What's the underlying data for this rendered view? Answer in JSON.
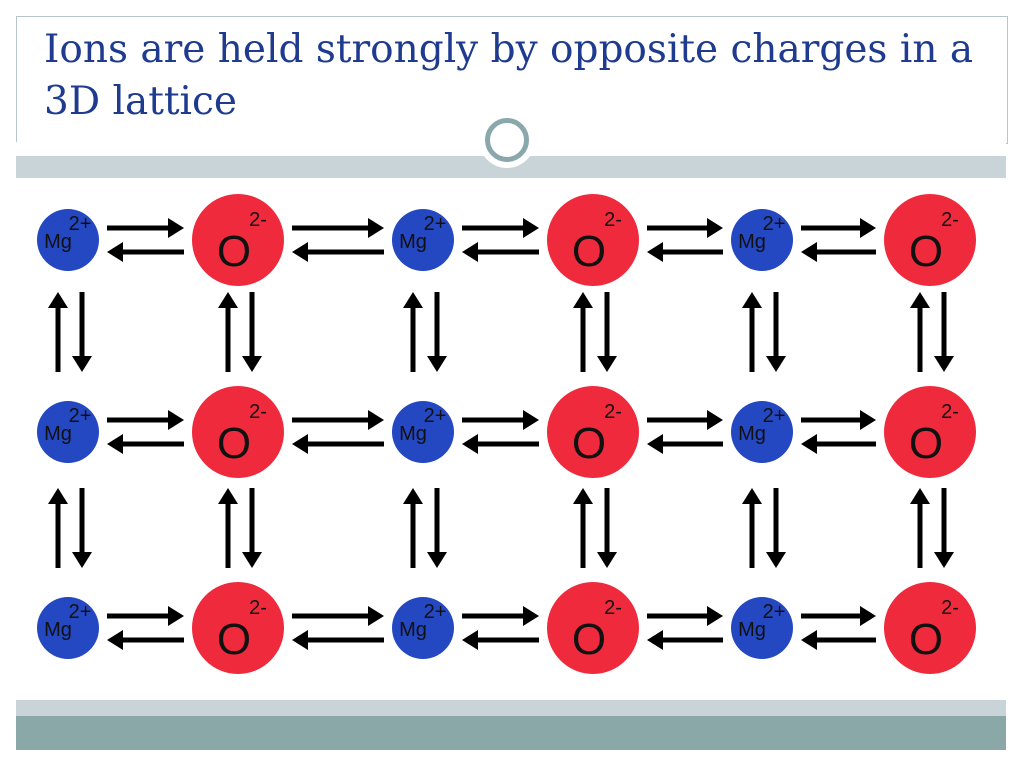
{
  "slide": {
    "title": "Ions are held strongly by opposite charges in a 3D lattice"
  },
  "lattice": {
    "rows": 3,
    "pattern": [
      "Mg",
      "O",
      "Mg",
      "O",
      "Mg",
      "O"
    ],
    "ions": {
      "Mg": {
        "symbol": "Mg",
        "charge": "2+",
        "color": "#2447c2",
        "text_color": "#111111"
      },
      "O": {
        "symbol": "O",
        "charge": "2-",
        "color": "#ee2a3c",
        "text_color": "#111111"
      }
    },
    "arrow_color": "#000000"
  },
  "colors": {
    "title": "#1f3b8f",
    "band_light": "#c9d4d9",
    "band_dark": "#8aa8a8"
  }
}
